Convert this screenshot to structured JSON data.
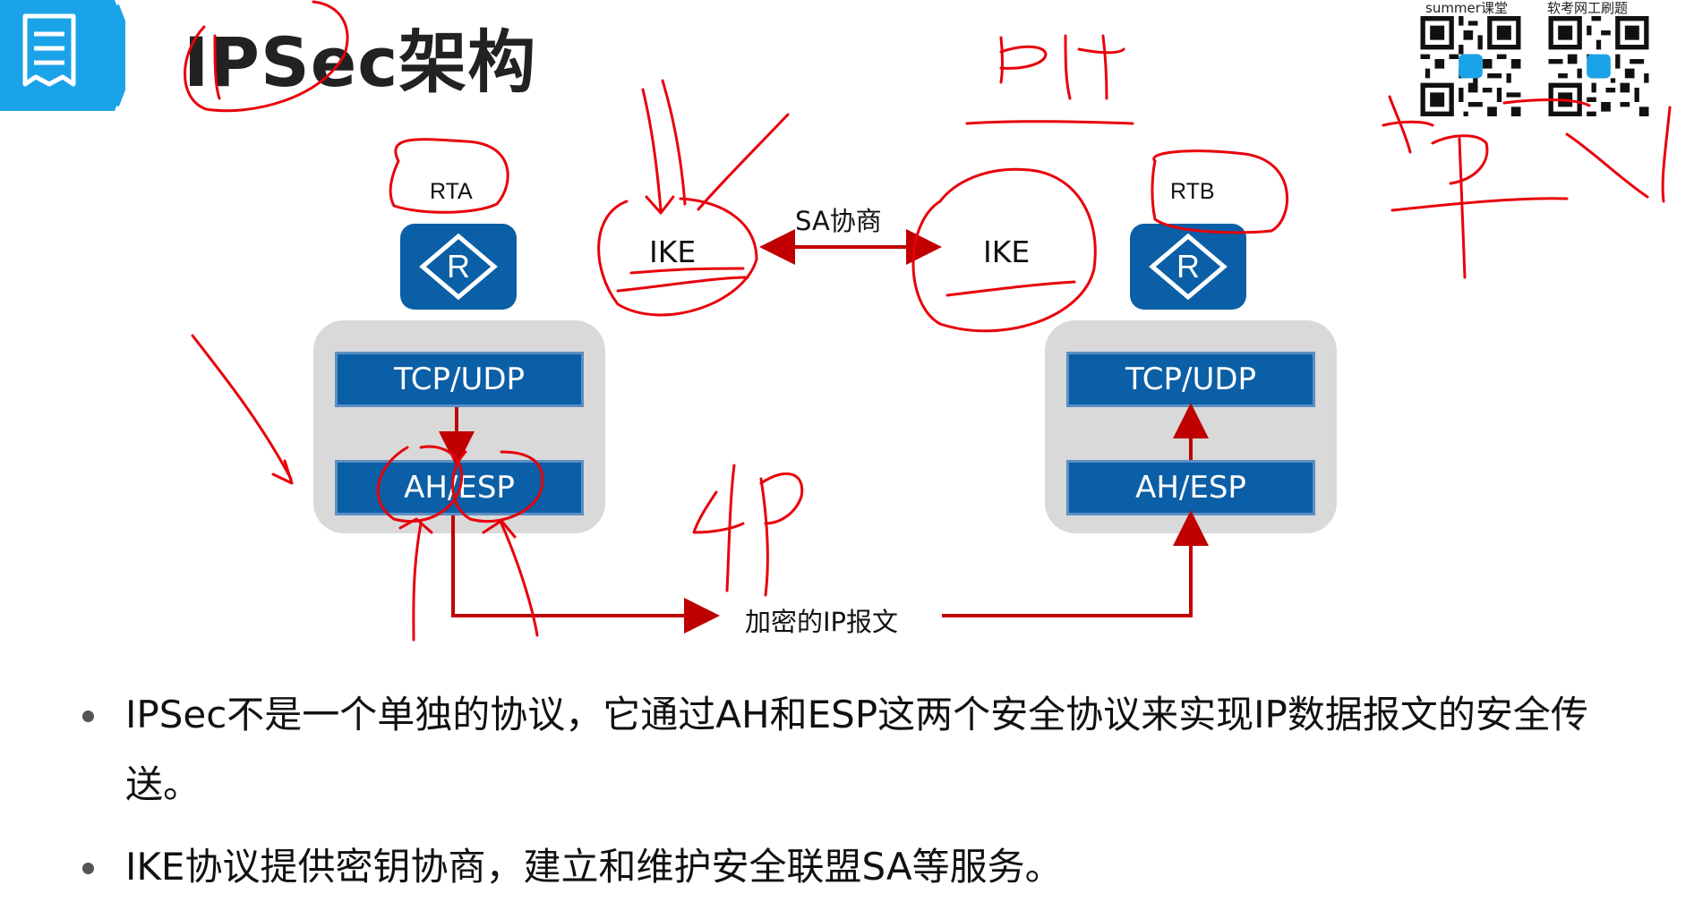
{
  "slide": {
    "title": "IPSec架构"
  },
  "qr_codes": {
    "left_label": "summer课堂",
    "right_label": "软考网工刷题"
  },
  "diagram": {
    "router_a": "RTA",
    "router_b": "RTB",
    "router_glyph": "R",
    "ike_left": "IKE",
    "ike_right": "IKE",
    "sa_negotiation": "SA协商",
    "stack_a": {
      "upper": "TCP/UDP",
      "lower": "AH/ESP"
    },
    "stack_b": {
      "upper": "TCP/UDP",
      "lower": "AH/ESP"
    },
    "encrypted_packet": "加密的IP报文"
  },
  "bullets": [
    "IPSec不是一个单独的协议，它通过AH和ESP这两个安全协议来实现IP数据报文的安全传送。",
    "IKE协议提供密钥协商，建立和维护安全联盟SA等服务。"
  ],
  "colors": {
    "accent_blue": "#0b5fa6",
    "title_band": "#1aa3e8",
    "arrow_red": "#c00000",
    "ink_red": "#e8000b"
  }
}
